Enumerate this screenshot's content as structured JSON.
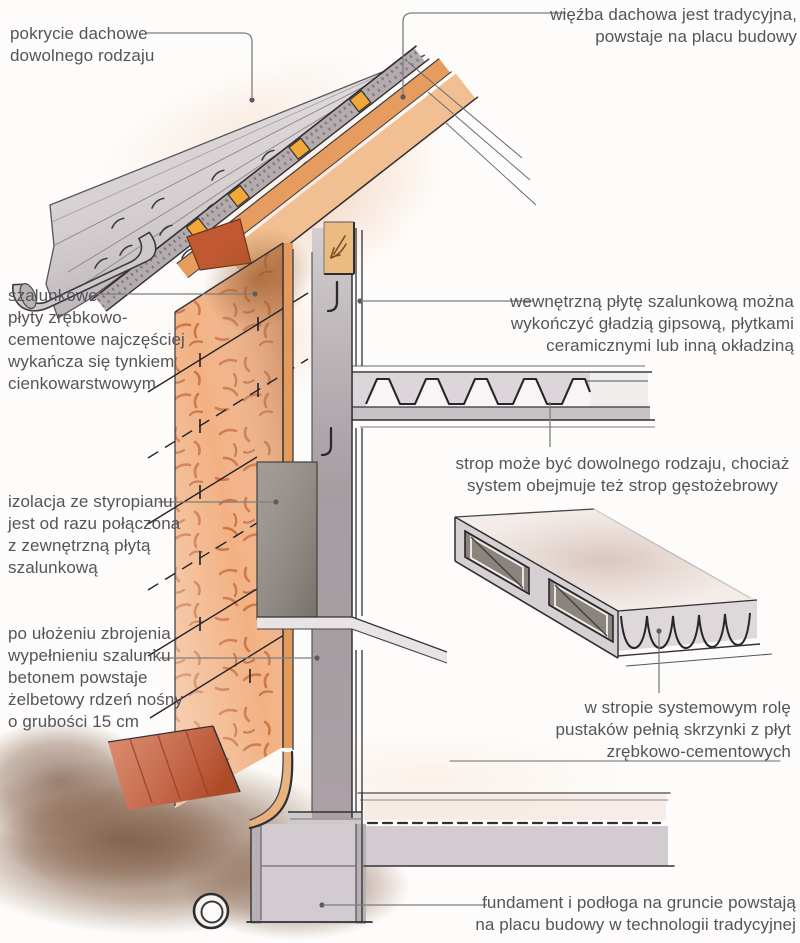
{
  "labels": {
    "roof_covering": [
      "pokrycie dachowe",
      "dowolnego rodzaju"
    ],
    "roof_truss": [
      "więźba dachowa jest tradycyjna,",
      "powstaje na placu budowy"
    ],
    "formwork_panels": [
      "szalunkowe",
      "płyty zrębkowo-",
      "cementowe najczęściej",
      "wykańcza się tynkiem",
      "cienkowarstwowym"
    ],
    "styrofoam_insulation": [
      "izolacja ze styropianu",
      "jest od razu połączona",
      "z zewnętrzną płytą",
      "szalunkową"
    ],
    "concrete_core": [
      "po ułożeniu zbrojenia",
      "wypełnieniu szalunku",
      "betonem powstaje",
      "żelbetowy rdzeń nośny",
      "o grubości 15 cm"
    ],
    "inner_panel_finish": [
      "wewnętrzną płytę szalunkową można",
      "wykończyć gładzią gipsową, płytkami",
      "ceramicznymi lub inną okładziną"
    ],
    "floor_slab": [
      "strop może być dowolnego rodzaju, chociaż",
      "system obejmuje też strop gęstożebrowy"
    ],
    "floor_boxes": [
      "w stropie systemowym rolę",
      "pustaków pełnią skrzynki z płyt",
      "zrębkowo-cementowych"
    ],
    "foundation": [
      "fundament i podłoga na gruncie powstają",
      "na placu budowy w technologii tradycyjnej"
    ]
  },
  "colors": {
    "panel_orange": "#f2b183",
    "panel_edge_orange": "#e59a5d",
    "wood_orange": "#e79c5f",
    "soffit_orange": "#f1bf92",
    "clip_yellow": "#f2a838",
    "tile_gray": "#cdc5c8",
    "batten_gray": "#b4abae",
    "styrofoam_gray": "#8f8781",
    "concrete_gray": "#bcb4b8",
    "foundation_gray": "#d2ccd0",
    "apron_red": "#cf5c35",
    "ground_brown": "#8a6750",
    "text_gray": "#54545b",
    "leader_gray": "#7d7d7d",
    "background": "#fdfcfa"
  }
}
